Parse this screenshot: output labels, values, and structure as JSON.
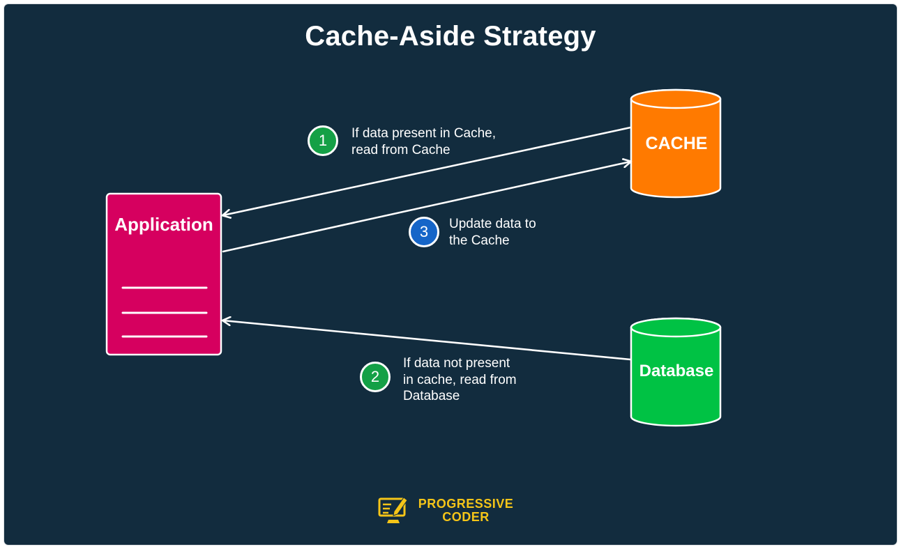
{
  "title": "Cache-Aside Strategy",
  "nodes": {
    "application": {
      "label": "Application",
      "color": "#d6005f"
    },
    "cache": {
      "label": "CACHE",
      "color": "#ff7a00"
    },
    "database": {
      "label": "Database",
      "color": "#00c244"
    }
  },
  "steps": [
    {
      "number": "1",
      "line1": "If data present in Cache,",
      "line2": "read from Cache",
      "line3": "",
      "color": "#14a046"
    },
    {
      "number": "2",
      "line1": "If data not present",
      "line2": "in cache, read from",
      "line3": "Database",
      "color": "#14a046"
    },
    {
      "number": "3",
      "line1": "Update data to",
      "line2": "the Cache",
      "line3": "",
      "color": "#1565c8"
    }
  ],
  "edges": [
    {
      "from": "cache",
      "to": "application",
      "step": "1"
    },
    {
      "from": "database",
      "to": "application",
      "step": "2"
    },
    {
      "from": "application",
      "to": "cache",
      "step": "3"
    }
  ],
  "logo": {
    "line1": "PROGRESSIVE",
    "line2": "CODER",
    "icon": "laptop-pencil-icon",
    "color": "#f5c518"
  },
  "colors": {
    "background": "#122c3e",
    "line": "#ffffff",
    "text": "#ffffff"
  }
}
